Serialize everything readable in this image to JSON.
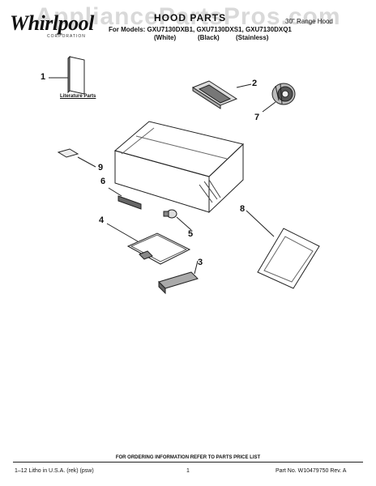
{
  "header": {
    "brand": "Whirlpool",
    "brand_sub": "CORPORATION",
    "watermark": "AppliancePartsPros.com",
    "title": "HOOD PARTS",
    "models": "For Models: GXU7130DXB1, GXU7130DXS1, GXU7130DXQ1",
    "variants": [
      "(White)",
      "(Black)",
      "(Stainless)"
    ],
    "document_type": "30\" Range Hood"
  },
  "callouts": {
    "c1": "1",
    "c2": "2",
    "c3": "3",
    "c4": "4",
    "c5": "5",
    "c6": "6",
    "c7": "7",
    "c8": "8",
    "c9": "9"
  },
  "literature_label": "Literature Parts",
  "footer": {
    "ordering_note": "FOR ORDERING INFORMATION REFER TO PARTS PRICE LIST",
    "litho": "1–12 Litho in U.S.A. (rek) (psw)",
    "page": "1",
    "part_no": "Part No. W10479750 Rev. A"
  }
}
